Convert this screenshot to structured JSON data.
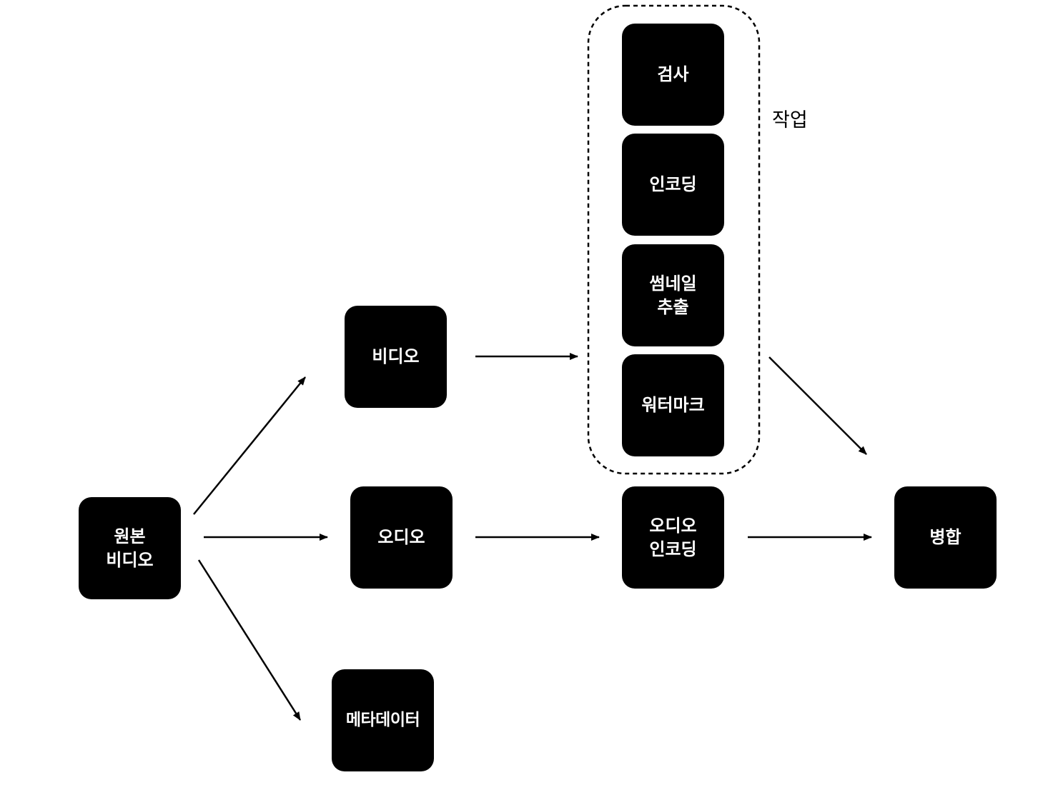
{
  "diagram": {
    "nodes": {
      "source_video": "원본\n비디오",
      "video": "비디오",
      "audio": "오디오",
      "metadata": "메타데이터",
      "inspect": "검사",
      "encoding": "인코딩",
      "thumbnail": "썸네일\n추출",
      "watermark": "워터마크",
      "audio_encoding": "오디오\n인코딩",
      "merge": "병합"
    },
    "group_label": "작업",
    "edges": [
      {
        "from": "source_video",
        "to": "video"
      },
      {
        "from": "source_video",
        "to": "audio"
      },
      {
        "from": "source_video",
        "to": "metadata"
      },
      {
        "from": "video",
        "to": "task_group"
      },
      {
        "from": "audio",
        "to": "audio_encoding"
      },
      {
        "from": "task_group",
        "to": "merge"
      },
      {
        "from": "audio_encoding",
        "to": "merge"
      }
    ],
    "colors": {
      "node_fill": "#000000",
      "node_text": "#ffffff",
      "edge": "#000000"
    }
  }
}
